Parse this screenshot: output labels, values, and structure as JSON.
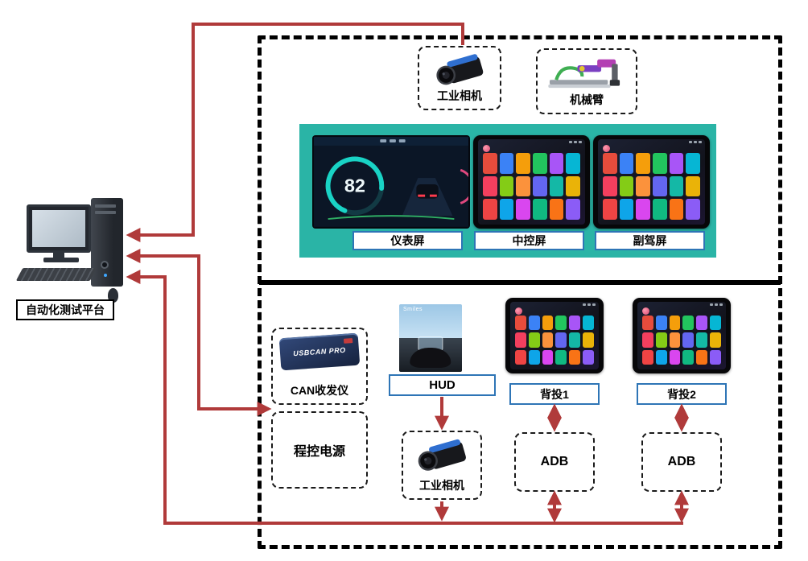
{
  "platform": {
    "label": "自动化测试平台"
  },
  "top_section": {
    "industrial_camera": {
      "label": "工业相机"
    },
    "robot_arm": {
      "label": "机械臂"
    },
    "cluster_screen": {
      "label": "仪表屏",
      "speed_value": "82"
    },
    "center_screen": {
      "label": "中控屏"
    },
    "passenger_screen": {
      "label": "副驾屏"
    }
  },
  "bottom_section": {
    "can_transceiver": {
      "label": "CAN收发仪",
      "device_text": "USBCAN PRO"
    },
    "programmable_power": {
      "label": "程控电源"
    },
    "hud": {
      "label": "HUD",
      "screen_text": "Smiles"
    },
    "industrial_camera": {
      "label": "工业相机"
    },
    "rear_projection_1": {
      "label": "背投1"
    },
    "rear_projection_2": {
      "label": "背投2"
    },
    "adb_1": {
      "label": "ADB"
    },
    "adb_2": {
      "label": "ADB"
    }
  },
  "colors": {
    "arrow": "#b03a3a",
    "panel_teal": "#2ab4a6",
    "label_border_blue": "#2e75b6",
    "gauge_teal": "#19d3c5",
    "app_palette": [
      "#e74c3c",
      "#3b82f6",
      "#f59e0b",
      "#22c55e",
      "#a855f7",
      "#06b6d4",
      "#f43f5e",
      "#84cc16",
      "#fb923c",
      "#6366f1",
      "#14b8a6",
      "#eab308",
      "#ef4444",
      "#0ea5e9",
      "#d946ef",
      "#10b981",
      "#f97316",
      "#8b5cf6"
    ]
  }
}
